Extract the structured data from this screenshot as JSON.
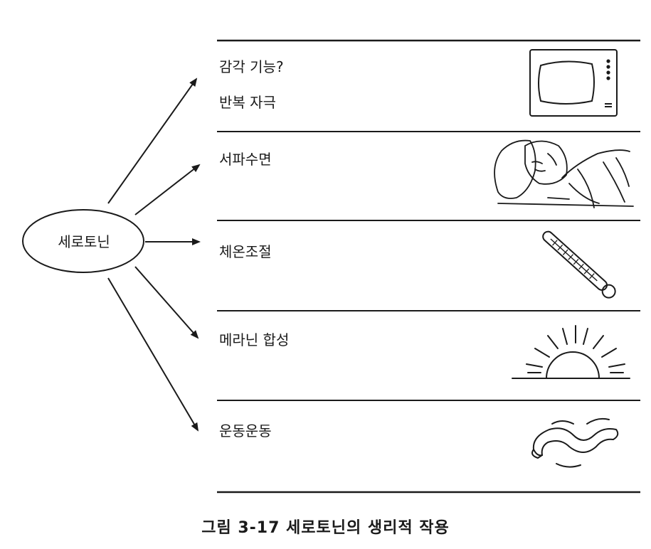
{
  "diagram": {
    "center_node": "세로토닌",
    "rows": [
      {
        "lines": [
          "감각 기능?",
          "반복 자극"
        ],
        "icon": "television-icon"
      },
      {
        "lines": [
          "서파수면"
        ],
        "icon": "sleeping-person-icon"
      },
      {
        "lines": [
          "체온조절"
        ],
        "icon": "thermometer-icon"
      },
      {
        "lines": [
          "메라닌 합성"
        ],
        "icon": "sun-icon"
      },
      {
        "lines": [
          "운동운동"
        ],
        "icon": "wriggling-worm-icon"
      }
    ]
  },
  "caption": "그림 3-17  세로토닌의 생리적 작용"
}
